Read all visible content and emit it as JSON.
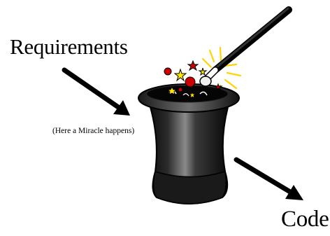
{
  "labels": {
    "input": "Requirements",
    "note": "(Here a Miracle happens)",
    "output": "Code"
  },
  "colors": {
    "ink": "#000000",
    "star_red": "#cc0000",
    "star_yellow": "#ffe600",
    "spark": "#ffd400"
  },
  "icons": [
    "magic-hat-icon",
    "magic-wand-icon",
    "star-icon",
    "sparkle-icon"
  ]
}
